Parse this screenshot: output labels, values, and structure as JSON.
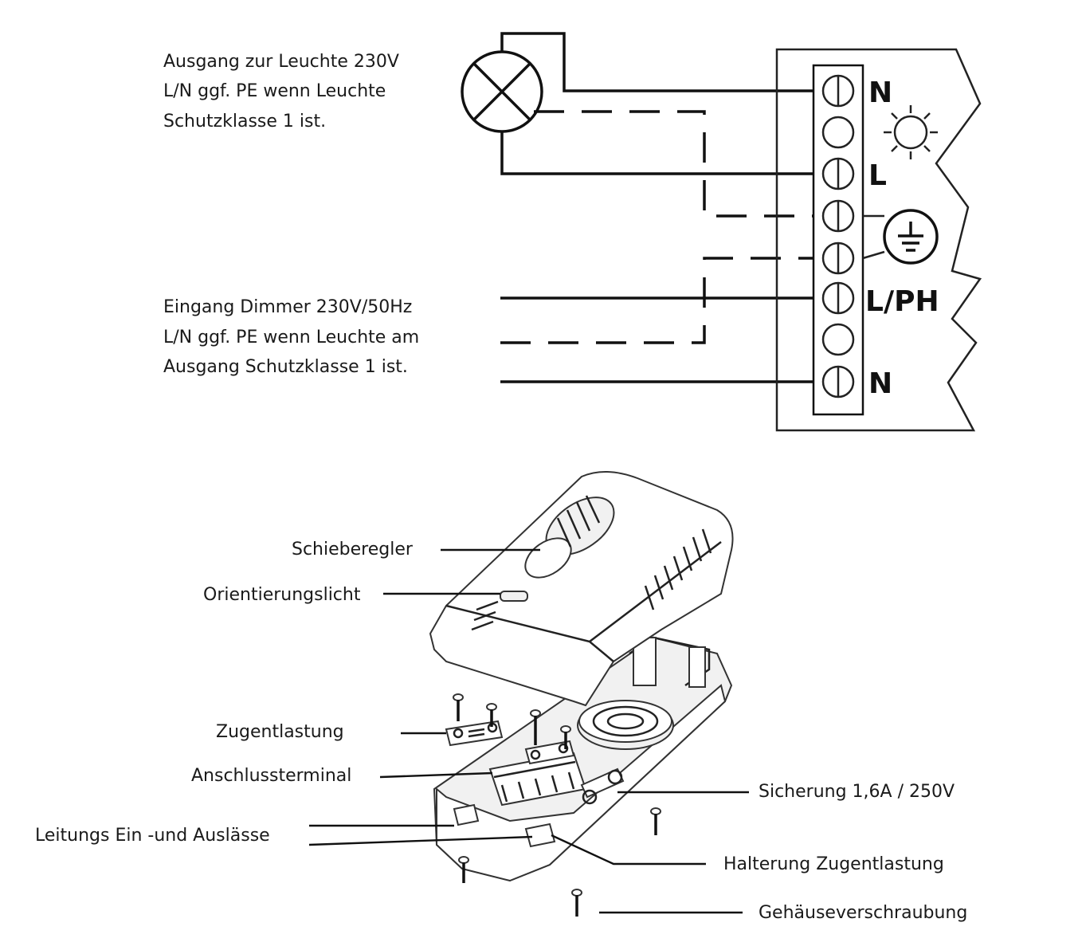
{
  "wiring": {
    "output_lines": [
      "Ausgang zur Leuchte 230V",
      "L/N ggf. PE wenn Leuchte",
      "Schutzklasse 1 ist."
    ],
    "input_lines": [
      "Eingang Dimmer 230V/50Hz",
      "L/N ggf. PE wenn Leuchte  am",
      "Ausgang Schutzklasse 1 ist."
    ],
    "terminal_labels": {
      "n_top": "N",
      "l_out": "L",
      "l_ph": "L/PH",
      "n_bottom": "N"
    },
    "icons": [
      "lamp-icon",
      "light-bulb-sun-icon",
      "protective-earth-icon"
    ]
  },
  "device": {
    "labels": {
      "slider": "Schieberegler",
      "orientation_light": "Orientierungslicht",
      "strain_relief": "Zugentlastung",
      "connection_terminal": "Anschlussterminal",
      "cable_outlets": "Leitungs Ein -und  Auslässe",
      "fuse": "Sicherung 1,6A / 250V",
      "strain_relief_holder": "Halterung Zugentlastung",
      "housing_screws": "Gehäuseverschraubung"
    }
  }
}
